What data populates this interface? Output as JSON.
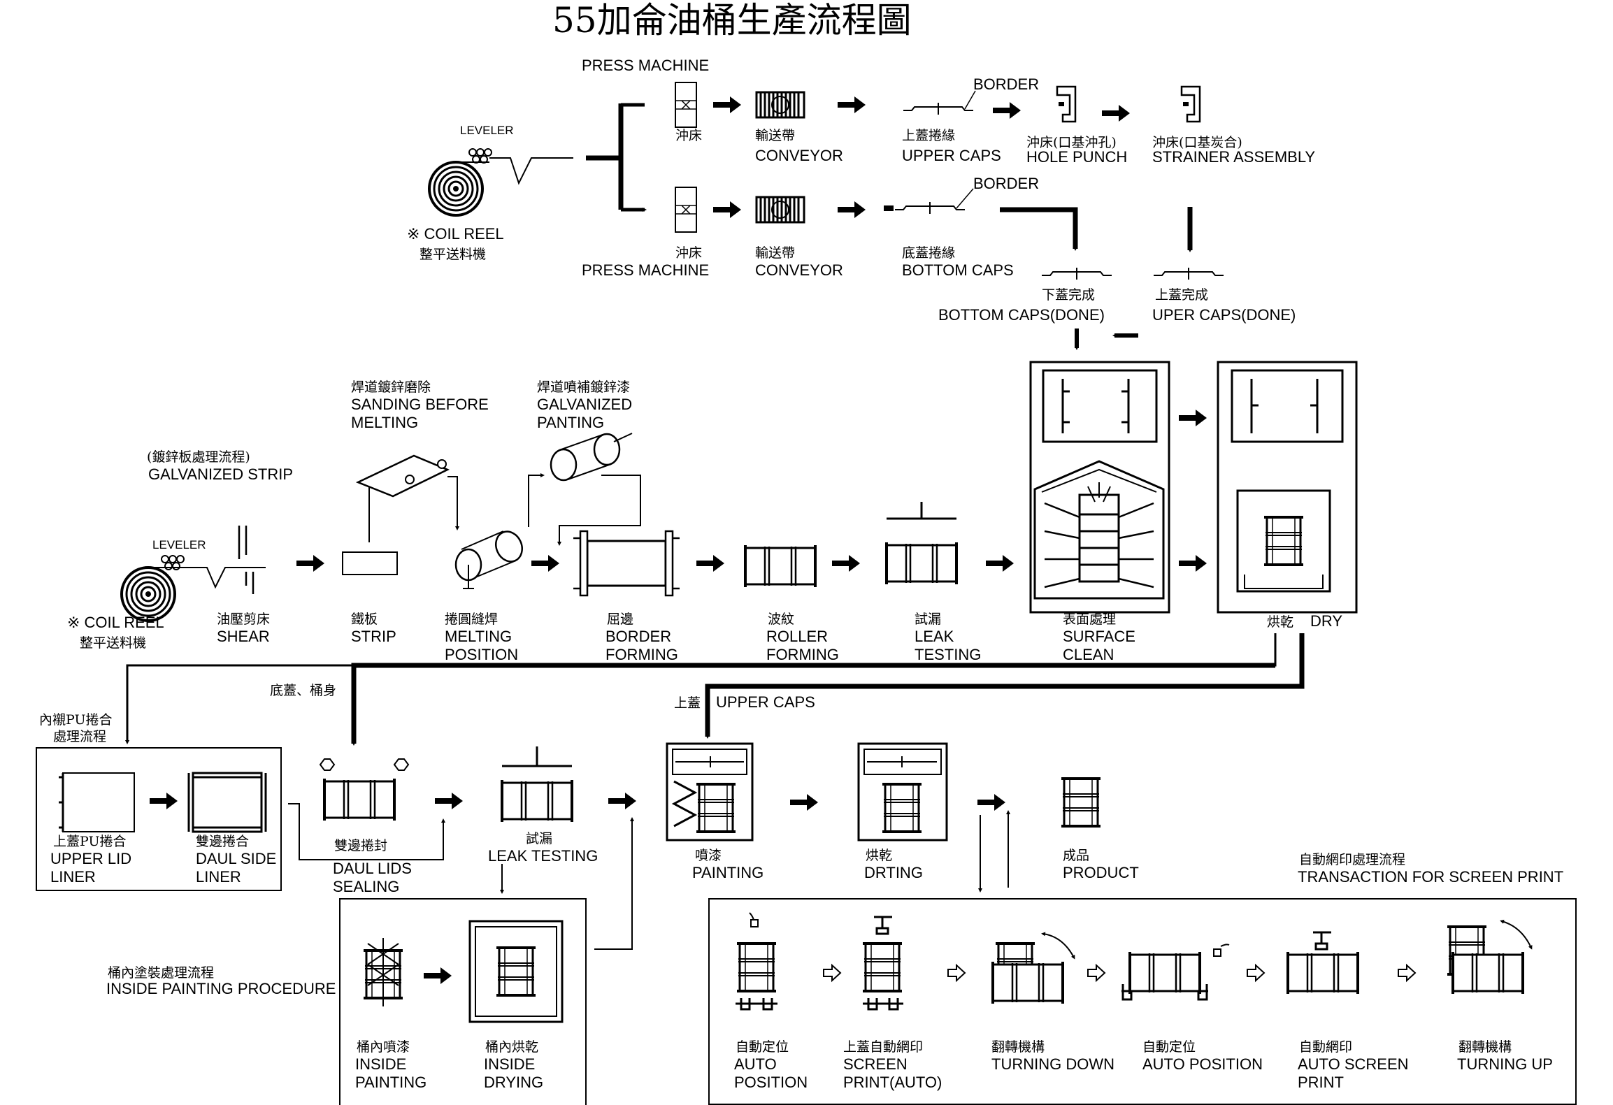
{
  "title": "55加侖油桶生產流程圖",
  "caps_line": {
    "press_top": "PRESS MACHINE",
    "leveler": "LEVELER",
    "coil_reel": "※ COIL REEL",
    "coil_reel_cn": "整平送料機",
    "press_top_cn": "沖床",
    "conveyor_top_cn": "輸送帶",
    "conveyor_top": "CONVEYOR",
    "border_top": "BORDER",
    "upper_caps_cn": "上蓋捲緣",
    "upper_caps": "UPPER CAPS",
    "hole_punch_cn": "沖床(口基沖孔)",
    "hole_punch": "HOLE PUNCH",
    "strainer_cn": "沖床(口基炭合)",
    "strainer": "STRAINER ASSEMBLY",
    "border_bottom": "BORDER",
    "press_bottom_cn": "沖床",
    "press_bottom": "PRESS MACHINE",
    "conveyor_bottom_cn": "輸送帶",
    "conveyor_bottom": "CONVEYOR",
    "bottom_caps_cn": "底蓋捲緣",
    "bottom_caps": "BOTTOM CAPS",
    "bottom_done_cn": "下蓋完成",
    "bottom_done": "BOTTOM CAPS(DONE)",
    "upper_done_cn": "上蓋完成",
    "upper_done": "UPER CAPS(DONE)"
  },
  "body_line": {
    "sanding_cn": "焊道鍍鋅磨除",
    "sanding_1": "SANDING BEFORE",
    "sanding_2": "MELTING",
    "galv_cn": "焊道噴補鍍鋅漆",
    "galv_1": "GALVANIZED",
    "galv_2": "PANTING",
    "strip_proc_cn": "(鍍鋅板處理流程)",
    "strip_proc": "GALVANIZED STRIP",
    "leveler": "LEVELER",
    "coil_reel": "※ COIL REEL",
    "coil_reel_cn": "整平送料機",
    "shear_cn": "油壓剪床",
    "shear": "SHEAR",
    "strip_cn": "鐵板",
    "strip": "STRIP",
    "melting_cn": "捲圓縫焊",
    "melting_1": "MELTING",
    "melting_2": "POSITION",
    "border_cn": "屈邊",
    "border_1": "BORDER",
    "border_2": "FORMING",
    "roller_cn": "波紋",
    "roller_1": "ROLLER",
    "roller_2": "FORMING",
    "leak_cn": "試漏",
    "leak_1": "LEAK",
    "leak_2": "TESTING",
    "surface_cn": "表面處理",
    "surface_1": "SURFACE",
    "surface_2": "CLEAN",
    "dry_cn": "烘乾",
    "dry": "DRY"
  },
  "assembly": {
    "bottom_body_cn": "底蓋、桶身",
    "pu_cn_1": "內襯PU捲合",
    "pu_cn_2": "處理流程",
    "upper_caps_cn": "上蓋",
    "upper_caps": "UPPER CAPS",
    "lid_liner_cn": "上蓋PU捲合",
    "lid_liner_1": "UPPER LID",
    "lid_liner_2": "LINER",
    "side_liner_cn": "雙邊捲合",
    "side_liner_1": "DAUL SIDE",
    "side_liner_2": "LINER",
    "sealing_cn": "雙邊捲封",
    "sealing_1": "DAUL LIDS",
    "sealing_2": "SEALING",
    "leak_cn": "試漏",
    "leak": "LEAK TESTING",
    "painting_cn": "噴漆",
    "painting": "PAINTING",
    "drting_cn": "烘乾",
    "drting": "DRTING",
    "product_cn": "成品",
    "product": "PRODUCT"
  },
  "inside": {
    "proc_cn": "桶內塗裝處理流程",
    "proc": "INSIDE PAINTING PROCEDURE",
    "paint_cn": "桶內噴漆",
    "paint_1": "INSIDE",
    "paint_2": "PAINTING",
    "dry_cn": "桶內烘乾",
    "dry_1": "INSIDE",
    "dry_2": "DRYING"
  },
  "screen": {
    "proc_cn": "自動網印處理流程",
    "proc": "TRANSACTION FOR SCREEN PRINT",
    "s1_cn": "自動定位",
    "s1_1": "AUTO",
    "s1_2": "POSITION",
    "s2_cn": "上蓋自動網印",
    "s2_1": "SCREEN",
    "s2_2": "PRINT(AUTO)",
    "s3_cn": "翻轉機構",
    "s3": "TURNING DOWN",
    "s4_cn": "自動定位",
    "s4": "AUTO POSITION",
    "s5_cn": "自動網印",
    "s5_1": "AUTO SCREEN",
    "s5_2": "PRINT",
    "s6_cn": "翻轉機構",
    "s6": "TURNING UP"
  }
}
